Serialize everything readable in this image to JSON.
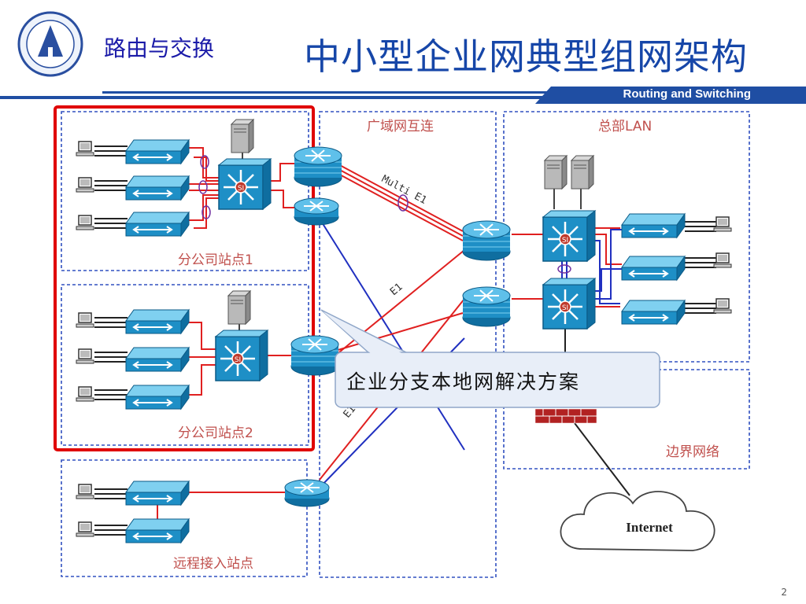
{
  "header": {
    "course_title": "路由与交换",
    "slide_title": "中小型企业网典型组网架构",
    "english_subtitle": "Routing and Switching"
  },
  "zones": {
    "branch1": "分公司站点1",
    "branch2": "分公司站点2",
    "remote": "远程接入站点",
    "wan": "广域网互连",
    "hq": "总部LAN",
    "edge": "边界网络"
  },
  "links": {
    "multi_e1": "Multi E1",
    "e1": "E1",
    "e1_lower": "E1"
  },
  "internet_label": "Internet",
  "callout": "企业分支本地网解决方案",
  "page_number": "2",
  "colors": {
    "title_blue": "#1646a8",
    "device_blue": "#1e8fc6",
    "red_link": "#e02020",
    "blue_link": "#2030c0",
    "zone_border": "#3050c0",
    "highlight": "#e00000"
  }
}
